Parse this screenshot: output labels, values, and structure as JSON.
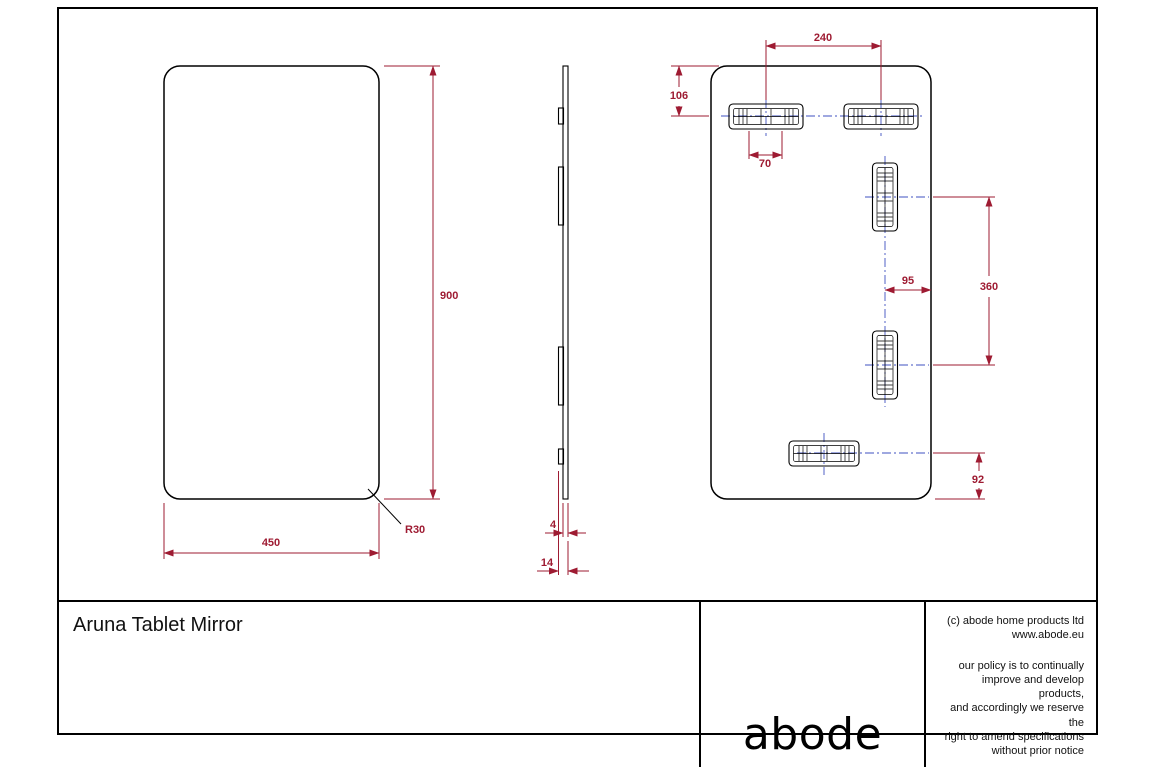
{
  "colors": {
    "line": "#000000",
    "dimension": "#9e1b32",
    "centerline": "#3f51c1",
    "background": "#ffffff"
  },
  "views": {
    "front": {
      "label": "front-view",
      "dims": {
        "height": "900",
        "width": "450",
        "corner_radius": "R30"
      }
    },
    "side": {
      "label": "side-view",
      "dims": {
        "glass_thickness": "4",
        "overall_depth": "14"
      }
    },
    "back": {
      "label": "back-view",
      "dims": {
        "bracket_centres_horizontal": "240",
        "top_to_bracket_centre": "106",
        "bracket_slot_centres": "70",
        "bracket_centre_to_edge": "95",
        "bracket_centres_vertical": "360",
        "bracket_centre_to_bottom": "92"
      }
    }
  },
  "title_block": {
    "title": "Aruna Tablet Mirror",
    "logo_text": "abode",
    "copyright": [
      "(c) abode home products ltd",
      "www.abode.eu"
    ],
    "policy": [
      "our policy is to continually",
      "improve and develop products,",
      "and accordingly we reserve the",
      "right to amend specifications",
      "without prior notice"
    ]
  }
}
